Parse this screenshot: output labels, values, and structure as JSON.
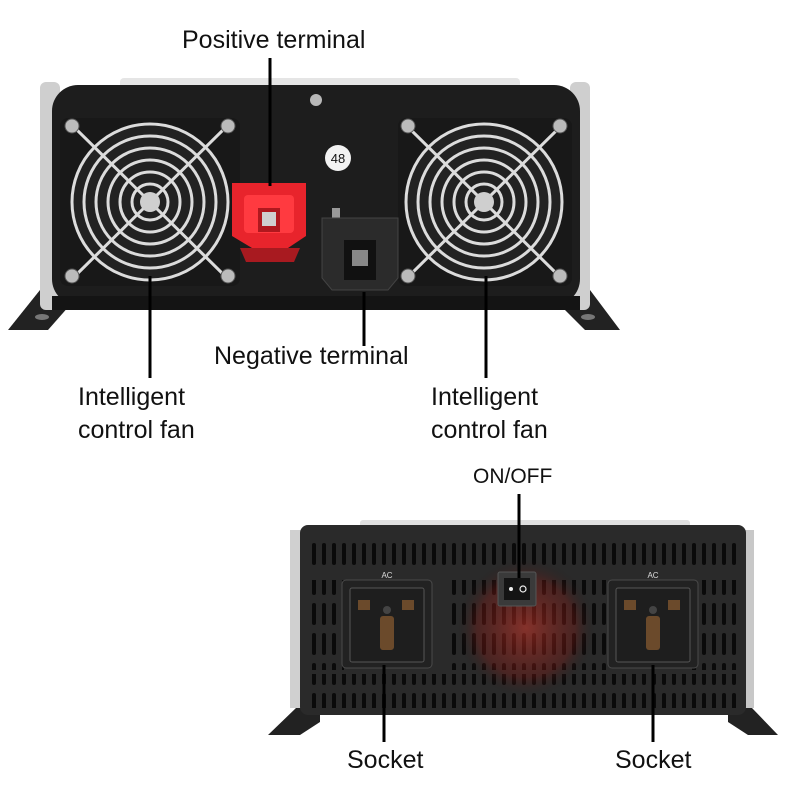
{
  "labels": {
    "positive_terminal": "Positive terminal",
    "negative_terminal": "Negative terminal",
    "fan_left_line1": "Intelligent",
    "fan_left_line2": "control fan",
    "fan_right_line1": "Intelligent",
    "fan_right_line2": "control fan",
    "on_off": "ON/OFF",
    "socket_left": "Socket",
    "socket_right": "Socket"
  },
  "device_text": {
    "front_badge": "48",
    "ac_left": "AC",
    "ac_right": "AC"
  },
  "colors": {
    "housing": "#1d1d1d",
    "positive_cap": "#e8242c",
    "negative_cap": "#2b2b2b",
    "chrome": "#d9d9d9",
    "fan_glow": "#c8261d"
  }
}
